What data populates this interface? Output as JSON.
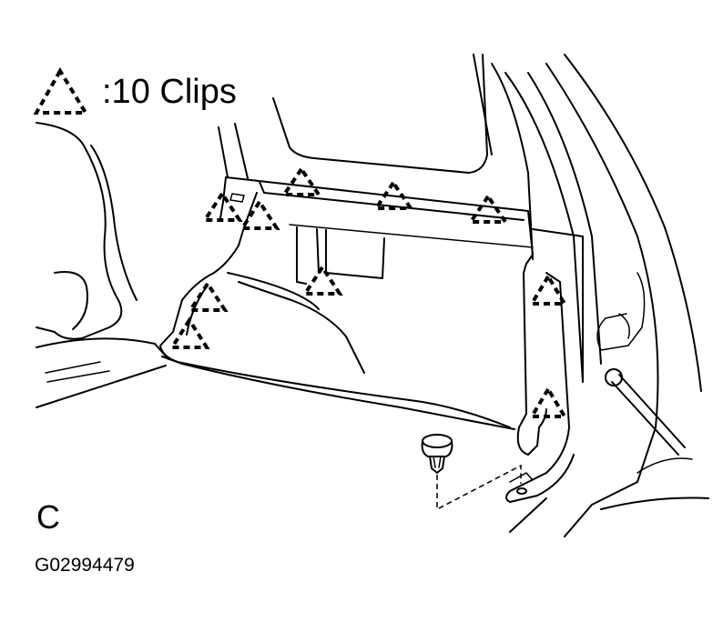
{
  "legend": {
    "text": ":10 Clips",
    "symbol_icon": "dashed-triangle-icon"
  },
  "view_letter": "C",
  "figure_code": "G02994479",
  "colors": {
    "ink": "#000000",
    "background": "#ffffff"
  }
}
